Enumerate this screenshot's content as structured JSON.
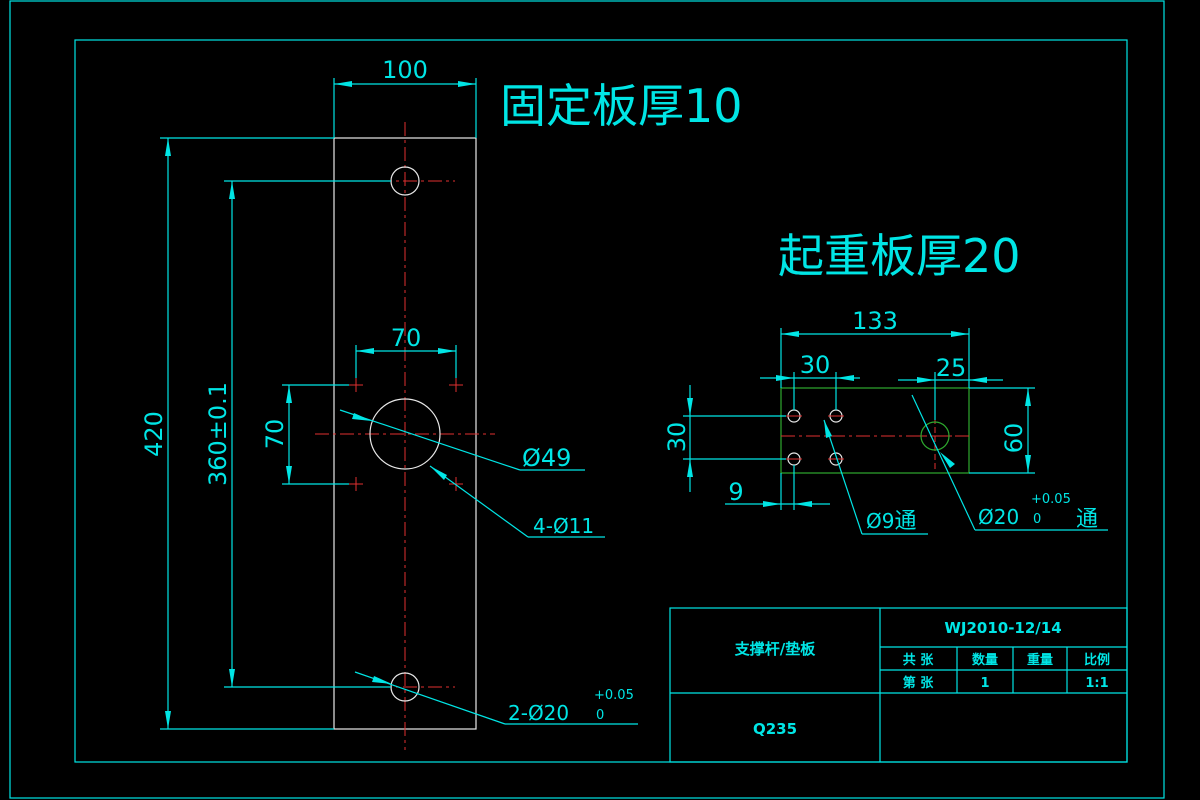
{
  "titles": {
    "fixed_plate": "固定板厚10",
    "lifting_plate": "起重板厚20"
  },
  "fixed_plate": {
    "width": "100",
    "height": "420",
    "hole_span": "360±0.1",
    "square_w": "70",
    "square_h": "70",
    "center_hole": "Ø49",
    "small_holes": "4-Ø11",
    "end_holes_main": "2-Ø20",
    "end_holes_tol_upper": "+0.05",
    "end_holes_tol_lower": "0"
  },
  "lifting_plate": {
    "width": "133",
    "hole_pitch_x": "30",
    "right_offset": "25",
    "hole_pitch_y": "30",
    "height": "60",
    "edge_offset": "9",
    "small_hole_main": "Ø9",
    "small_hole_suffix": "通",
    "big_hole_main": "Ø20",
    "big_hole_tol_upper": "+0.05",
    "big_hole_tol_lower": "0",
    "big_hole_suffix": "通"
  },
  "title_block": {
    "name": "支撑杆/垫板",
    "drawing_no": "WJ2010-12/14",
    "total_label": "共  张",
    "qty_label": "数量",
    "weight_label": "重量",
    "scale_label": "比例",
    "sheet_label": "第  张",
    "qty_value": "1",
    "scale_value": "1:1",
    "material": "Q235"
  },
  "colors": {
    "line": "#00e5e5",
    "centerline": "#e03030",
    "outline": "#e8e8e8",
    "secondary": "#2eaa2e",
    "background": "#000000"
  }
}
